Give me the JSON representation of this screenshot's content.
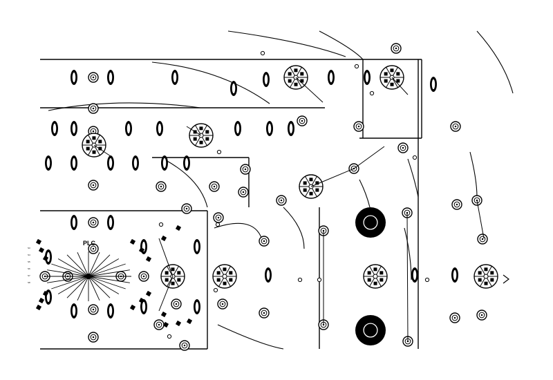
{
  "plan": {
    "main_label": "PLC",
    "side_labels": [
      "S3",
      "S4",
      "S5",
      "S6",
      "S7",
      "S8"
    ],
    "colors": {
      "ink": "#000000",
      "paper": "#ffffff"
    }
  }
}
